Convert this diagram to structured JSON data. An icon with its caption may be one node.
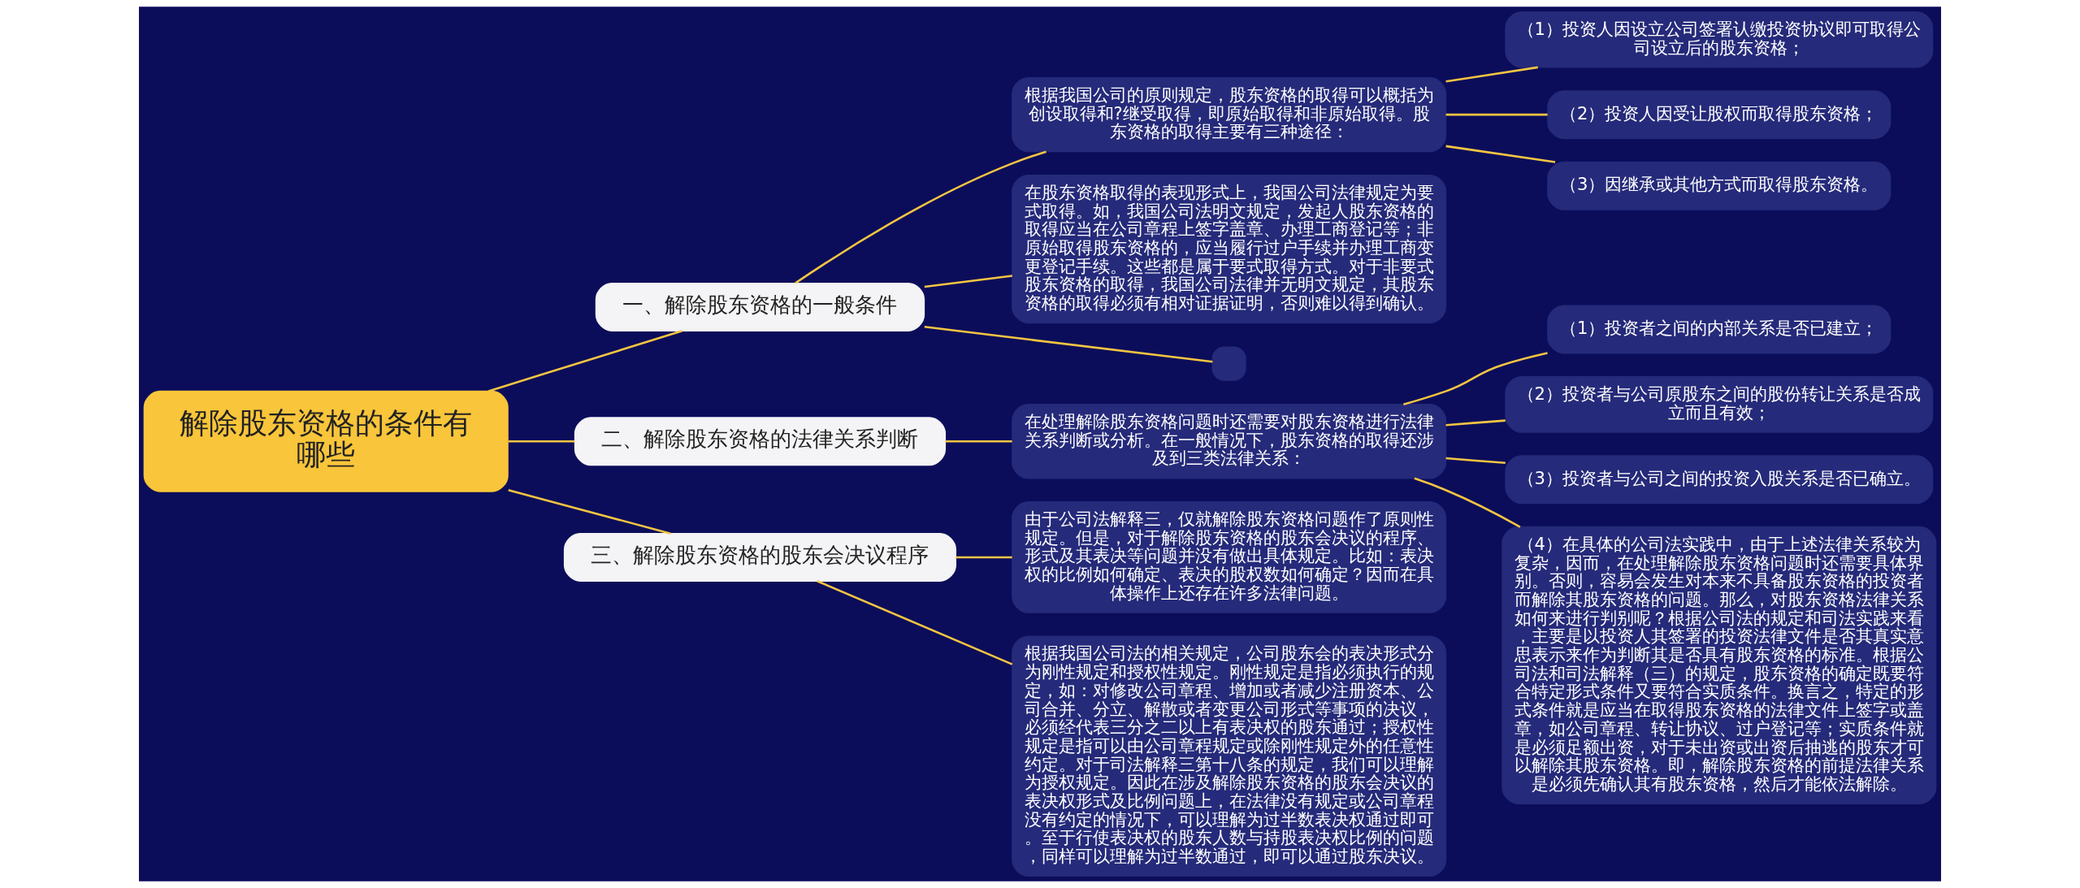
{
  "diagram": {
    "nodes": [
      {
        "text": [
          "解除股东资格的条件有哪些"
        ]
      },
      {
        "text": [
          "一、解除股东资格的一般条件"
        ]
      },
      {
        "text": [
          "根据我国公司的原则规定，股东资格的取得可以概括为创设取得和?继受取得，即原始取得和非原始取得。股东资格的取得主要有三种途径："
        ]
      },
      {
        "text": [
          "（1）投资人因设立公司签署认缴投资协议即可取得公司设立后的股东资格；"
        ]
      },
      {
        "text": [
          "（2）投资人因受让股权而取得股东资格；"
        ]
      },
      {
        "text": [
          "（3）因继承或其他方式而取得股东资格。"
        ]
      },
      {
        "text": [
          "在股东资格取得的表现形式上，我国公司法律规定为要式取得。如，我国公司法明文规定，发起人股东资格的取得应当在公司章程上签字盖章、办理工商登记等；非原始取得股东资格的，应当履行过户手续并办理工商变更登记手续。这些都是属于要式取得方式。对于非要式股东资格的取得，我国公司法律并无明文规定，其股东资格的取得必须有相对证据证明，否则难以得到确认。"
        ]
      },
      {
        "text": [],
        "shape": "box"
      },
      {
        "text": [
          "二、解除股东资格的法律关系判断"
        ]
      },
      {
        "text": [
          "在处理解除股东资格问题时还需要对股东资格进行法律关系判断或分析。在一般情况下，股东资格的取得还涉及到三类法律关系："
        ]
      },
      {
        "text": [
          "（1）投资者之间的内部关系是否已建立；"
        ]
      },
      {
        "text": [
          "（2）投资者与公司原股东之间的股份转让关系是否成立而且有效；"
        ]
      },
      {
        "text": [
          "（3）投资者与公司之间的投资入股关系是否已确立。"
        ]
      },
      {
        "text": [
          "（4）在具体的公司法实践中，由于上述法律关系较为复杂，因而，在处理解除股东资格问题时还需要具体界别。否则，容易会发生对本来不具备股东资格的投资者而解除其股东资格的问题。那么，对股东资格法律关系如何来进行判别呢？根据公司法的规定和司法实践来看，主要是以投资人其签署的投资法律文件是否其真实意思表示来作为判断其是否具有股东资格的标准。根据公司法和司法解释（三）的规定，股东资格的确定既要符合特定形式条件又要符合实质条件。换言之，特定的形式条件就是应当在取得股东资格的法律文件上签字或盖章，如公司章程、转让协议、过户登记等；实质条件就是必须足额出资，对于未出资或出资后抽逃的股东才可以解除其股东资格。即，解除股东资格的前提法律关系是必须先确认其有股东资格，然后才能依法解除。"
        ]
      },
      {
        "text": [
          "三、解除股东资格的股东会决议程序"
        ]
      },
      {
        "text": [
          "由于公司法解释三，仅就解除股东资格问题作了原则性规定。但是，对于解除股东资格的股东会决议的程序、形式及其表决等问题并没有做出具体规定。比如：表决权的比例如何确定、表决的股权数如何确定？因而在具体操作上还存在许多法律问题。"
        ]
      },
      {
        "text": [
          "根据我国公司法的相关规定，公司股东会的表决形式分为刚性规定和授权性规定。刚性规定是指必须执行的规定，如：对修改公司章程、增加或者减少注册资本、公司合并、分立、解散或者变更公司形式等事项的决议，必须经代表三分之二以上有表决权的股东通过；授权性规定是指可以由公司章程规定或除刚性规定外的任意性约定。对于司法解释三第十八条的规定，我们可以理解为授权规定。因此在涉及解除股东资格的股东会决议的表决权形式及比例问题上，在法律没有规定或公司章程没有约定的情况下，可以理解为过半数表决权通过即可。至于行使表决权的股东人数与持股表决权比例的问题，同样可以理解为过半数通过，即可以通过股东决议。"
        ]
      }
    ],
    "edges": [
      {
        "from": 0,
        "to": 1,
        "arrow": "none"
      },
      {
        "from": 1,
        "to": 2,
        "arrow": "none"
      },
      {
        "from": 2,
        "to": 3,
        "arrow": "none"
      },
      {
        "from": 2,
        "to": 4,
        "arrow": "none"
      },
      {
        "from": 2,
        "to": 5,
        "arrow": "none"
      },
      {
        "from": 1,
        "to": 6,
        "arrow": "none"
      },
      {
        "from": 1,
        "to": 7,
        "arrow": "none"
      },
      {
        "from": 0,
        "to": 8,
        "arrow": "none"
      },
      {
        "from": 8,
        "to": 9,
        "arrow": "none"
      },
      {
        "from": 9,
        "to": 10,
        "arrow": "none"
      },
      {
        "from": 9,
        "to": 11,
        "arrow": "none"
      },
      {
        "from": 9,
        "to": 12,
        "arrow": "none"
      },
      {
        "from": 9,
        "to": 13,
        "arrow": "none"
      },
      {
        "from": 0,
        "to": 14,
        "arrow": "none"
      },
      {
        "from": 14,
        "to": 15,
        "arrow": "none"
      },
      {
        "from": 14,
        "to": 16,
        "arrow": "none"
      }
    ]
  }
}
